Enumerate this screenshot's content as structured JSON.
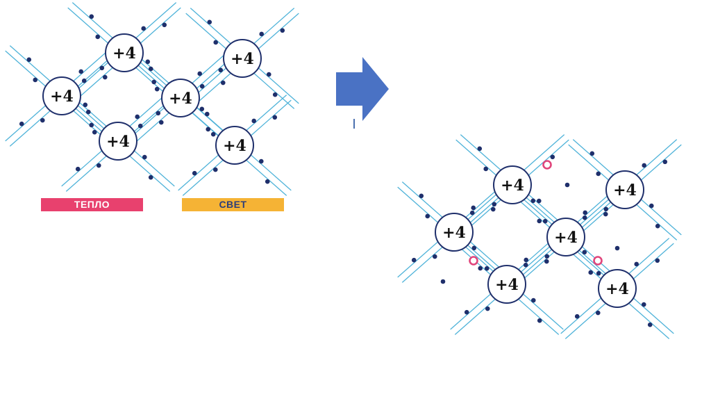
{
  "colors": {
    "bond_line": "#4fb3d9",
    "electron": "#1f2f6b",
    "hole": "#e0457b",
    "atom_stroke": "#1f2f6b",
    "arrow": "#4a72c4",
    "heat_bg": "#e8416e",
    "heat_text": "#ffffff",
    "light_bg": "#f5b335",
    "light_text": "#2c3e7a"
  },
  "atom_label": "+4",
  "labels": {
    "heat": "ТЕПЛО",
    "light": "СВЕТ"
  },
  "lattices": [
    {
      "name": "lattice-before",
      "atom_count": 6,
      "free_electrons": 0,
      "holes": 0
    },
    {
      "name": "lattice-after",
      "atom_count": 6,
      "free_electrons": 3,
      "holes": 3
    }
  ],
  "arrow_icon": "arrow-right-icon"
}
